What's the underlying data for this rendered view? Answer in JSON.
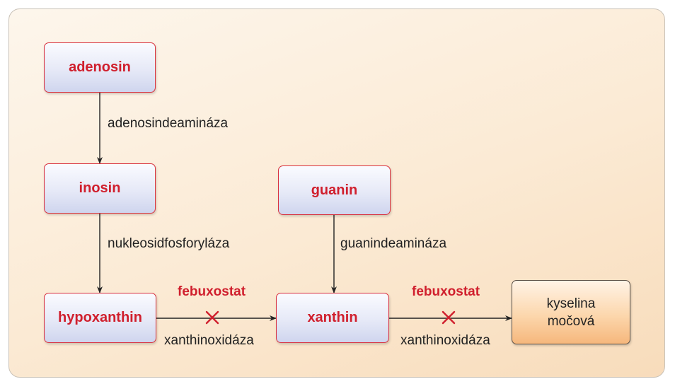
{
  "nodes": {
    "adenosin": "adenosin",
    "inosin": "inosin",
    "guanin": "guanin",
    "hypoxanthin": "hypoxanthin",
    "xanthin": "xanthin",
    "kyselina_line1": "kyselina",
    "kyselina_line2": "močová"
  },
  "enzymes": {
    "adenosine_deaminase": "adenosindeamináza",
    "nucleoside_phosphorylase": "nukleosidfosforyláza",
    "guanine_deaminase": "guanindeamináza",
    "xanthine_oxidase_1": "xanthinoxidáza",
    "xanthine_oxidase_2": "xanthinoxidáza"
  },
  "inhibitors": {
    "inhibitor_1": "febuxostat",
    "inhibitor_2": "febuxostat"
  },
  "colors": {
    "accent_red": "#d01f2d",
    "arrow": "#222222"
  }
}
